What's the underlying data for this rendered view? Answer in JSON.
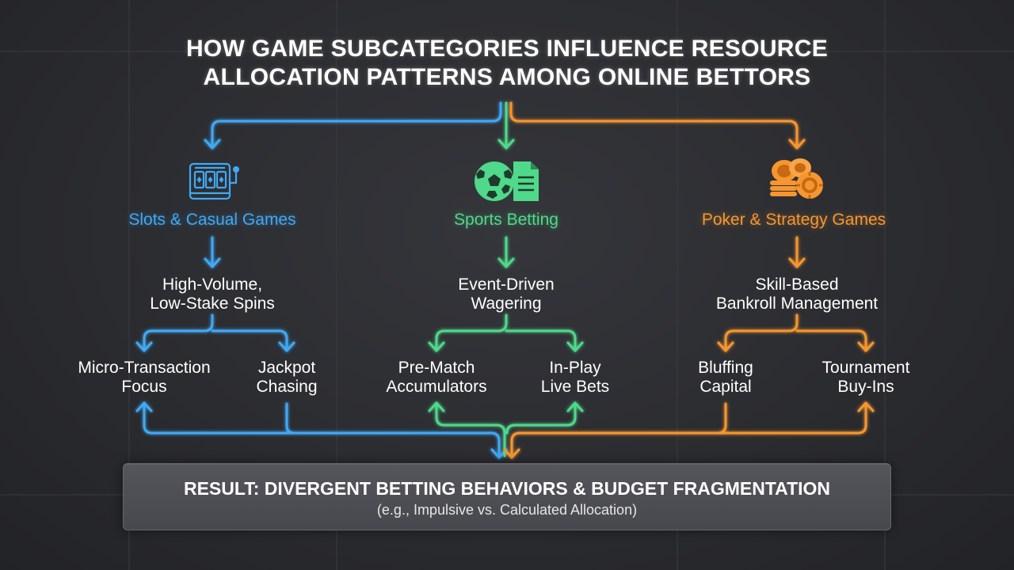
{
  "title": {
    "line1": "HOW GAME SUBCATEGORIES INFLUENCE RESOURCE",
    "line2": "ALLOCATION PATTERNS AMONG ONLINE BETTORS"
  },
  "colors": {
    "background": "#2b2c30",
    "blue": "#3fa9f5",
    "green": "#4fd98a",
    "orange": "#f7962f",
    "text": "#ffffff"
  },
  "categories": [
    {
      "label": "Slots & Casual Games",
      "icon": "slot-machine-icon",
      "color": "#3fa9f5",
      "node": {
        "line1": "High-Volume,",
        "line2": "Low-Stake Spins"
      },
      "leaves": [
        {
          "line1": "Micro-Transaction",
          "line2": "Focus"
        },
        {
          "line1": "Jackpot",
          "line2": "Chasing"
        }
      ]
    },
    {
      "label": "Sports Betting",
      "icon": "soccer-ball-bet-slip-icon",
      "color": "#4fd98a",
      "node": {
        "line1": "Event-Driven",
        "line2": "Wagering"
      },
      "leaves": [
        {
          "line1": "Pre-Match",
          "line2": "Accumulators"
        },
        {
          "line1": "In-Play",
          "line2": "Live Bets"
        }
      ]
    },
    {
      "label": "Poker & Strategy Games",
      "icon": "poker-chips-icon",
      "color": "#f7962f",
      "node": {
        "line1": "Skill-Based",
        "line2": "Bankroll Management"
      },
      "leaves": [
        {
          "line1": "Bluffing",
          "line2": "Capital"
        },
        {
          "line1": "Tournament",
          "line2": "Buy-Ins"
        }
      ]
    }
  ],
  "result": {
    "title": "RESULT: DIVERGENT BETTING BEHAVIORS & BUDGET FRAGMENTATION",
    "subtitle": "(e.g., Impulsive vs. Calculated Allocation)"
  }
}
